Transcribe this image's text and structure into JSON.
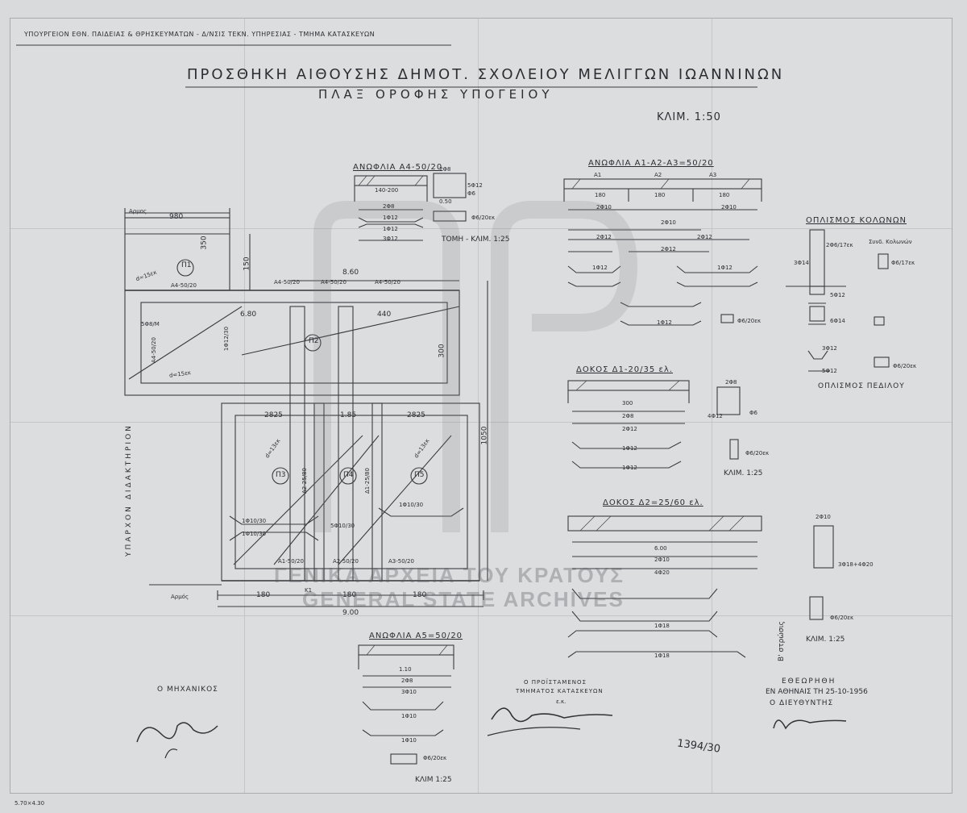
{
  "header": {
    "ministry": "ΥΠΟΥΡΓΕΙΟΝ ΕΘΝ. ΠΑΙΔΕΙΑΣ & ΘΡΗΣΚΕΥΜΑΤΩΝ - Δ/ΝΣΙΣ ΤΕΚΝ. ΥΠΗΡΕΣΙΑΣ - ΤΜΗΜΑ ΚΑΤΑΣΚΕΥΩΝ",
    "title": "ΠΡΟΣΘΗΚΗ ΑΙΘΟΥΣΗΣ ΔΗΜΟΤ. ΣΧΟΛΕΙΟΥ ΜΕΛΙΓΓΩΝ ΙΩΑΝΝΙΝΩΝ",
    "subtitle": "ΠΛΑΞ ΟΡΟΦΗΣ ΥΠΟΓΕΙΟΥ",
    "scale": "ΚΛΙΜ. 1:50"
  },
  "plan": {
    "joint_top": "Αρμος",
    "joint_bottom": "Αρμός",
    "dim_980": "980",
    "dim_860": "8.60",
    "dim_900": "9.00",
    "dim_1050": "1050",
    "dim_680": "6.80",
    "dim_440": "440",
    "dim_2825a": "2825",
    "dim_185": "1.85",
    "dim_2825b": "2825",
    "dim_180a": "180",
    "dim_180b": "180",
    "dim_180c": "180",
    "dim_150": "150",
    "dim_300": "300",
    "dim_350": "350",
    "slab_p1": "Π1",
    "slab_p2": "Π2",
    "slab_p3": "Π3",
    "slab_p4": "Π4",
    "slab_p5": "Π5",
    "beam_a4_1": "Α4-50/20",
    "beam_a4_2": "Α4-50/20",
    "beam_a4_3": "Α4-50/20",
    "beam_a4_left": "Α4-50/20",
    "beam_a1": "Α1-50/20",
    "beam_a2": "Α2-50/20",
    "beam_a3": "Α3-50/20",
    "beam_d1": "Δ1-25/80",
    "beam_d2": "Δ2-25/80",
    "beam_k1": "Κ1",
    "existing": "ΥΠΑΡΧΟΝ ΔΙΔΑΚΤΗΡΙΟΝ",
    "bar_1": "1Φ12/30",
    "bar_2": "1Φ10/30",
    "bar_3": "1Φ10/30",
    "bar_4": "5Φ10/30",
    "bar_5": "1Φ10/30",
    "bar_6": "5Φ8/Μ",
    "bar_7": "d=15εκ",
    "bar_8": "d=15εκ",
    "bar_9": "d=13εκ",
    "bar_10": "d=13εκ"
  },
  "detail_a4": {
    "heading": "ΑΝΩΦΛΙΑ Α4-50/20",
    "top": "2Φ8",
    "span": "140-200",
    "b1": "5Φ12",
    "b2": "Φ6",
    "b3": "2Φ8",
    "b4": "1Φ12",
    "b5": "1Φ12",
    "b6": "3Φ12",
    "w": "0.50",
    "stirrup": "Φ6/20εκ",
    "section": "ΤΟΜΗ - ΚΛΙΜ. 1:25"
  },
  "detail_a123": {
    "heading": "ΑΝΩΦΛΙΑ Α1-Α2-Α3=50/20",
    "a1": "Α1",
    "a2": "Α2",
    "a3": "Α3",
    "s1": "180",
    "s2": "180",
    "s3": "180",
    "r1": "2Φ10",
    "r2": "2Φ10",
    "r3": "2Φ10",
    "r4": "2Φ12",
    "r5": "2Φ12",
    "r6": "2Φ12",
    "r7": "1Φ12",
    "r8": "1Φ12",
    "r9": "1Φ12",
    "stirrup": "Φ6/20εκ"
  },
  "columns": {
    "heading": "ΟΠΛΙΣΜΟΣ ΚΟΛΩΝΩΝ",
    "c1": "2Φ6/17εκ",
    "c2": "3Φ14",
    "c3": "Συνδ. Κολωνών",
    "c4": "Φ6/17εκ",
    "c5": "5Φ12",
    "c6": "6Φ14",
    "c7": "3Φ12",
    "c8": "5Φ12",
    "c9": "Φ6/20εκ",
    "footing": "ΟΠΛΙΣΜΟΣ ΠΕΔΙΛΟΥ"
  },
  "beam_d1": {
    "heading": "ΔΟΚΟΣ Δ1-20/35 ελ.",
    "top": "2Φ8",
    "len": "300",
    "r1": "2Φ8",
    "r2": "2Φ12",
    "r3": "1Φ12",
    "r4": "1Φ12",
    "sec_a": "2Φ8",
    "sec_b": "4Φ12",
    "sec_c": "Φ6",
    "stirrup": "Φ6/20εκ",
    "scale": "ΚΛΙΜ. 1:25"
  },
  "beam_d2": {
    "heading": "ΔΟΚΟΣ Δ2=25/60 ελ.",
    "len": "6.00",
    "r1": "2Φ10",
    "r2": "4Φ20",
    "r3": "1Φ18",
    "r4": "1Φ18",
    "side": "Β' στρώσις",
    "sec_a": "2Φ10",
    "sec_b": "3Φ18+4Φ20",
    "stirrup": "Φ6/20εκ",
    "scale": "ΚΛΙΜ. 1:25"
  },
  "detail_a5": {
    "heading": "ΑΝΩΦΛΙΑ Α5=50/20",
    "span": "1.10",
    "r1": "2Φ8",
    "r2": "3Φ10",
    "r3": "1Φ10",
    "r4": "1Φ10",
    "stirrup": "Φ6/20εκ",
    "scale": "ΚΛΙΜ 1:25"
  },
  "footer": {
    "engineer": "Ο ΜΗΧΑΝΙΚΟΣ",
    "chief_1": "Ο ΠΡΟΪΣΤΑΜΕΝΟΣ",
    "chief_2": "ΤΜΗΜΑΤΟΣ ΚΑΤΑΣΚΕΥΩΝ",
    "chief_3": "ε.κ.",
    "review_1": "ΕΘΕΩΡΗΘΗ",
    "review_2": "ΕΝ ΑΘΗΝΑΙΣ ΤΗ 25-10-1956",
    "review_3": "Ο ΔΙΕΥΘΥΝΤΗΣ",
    "number": "1394/30",
    "corner": "5.70×4.30"
  },
  "watermark": {
    "line1": "ΓΕΝΙΚΑ ΑΡΧΕΙΑ ΤΟΥ ΚΡΑΤΟΥΣ",
    "line2": "GENERAL STATE ARCHIVES"
  }
}
